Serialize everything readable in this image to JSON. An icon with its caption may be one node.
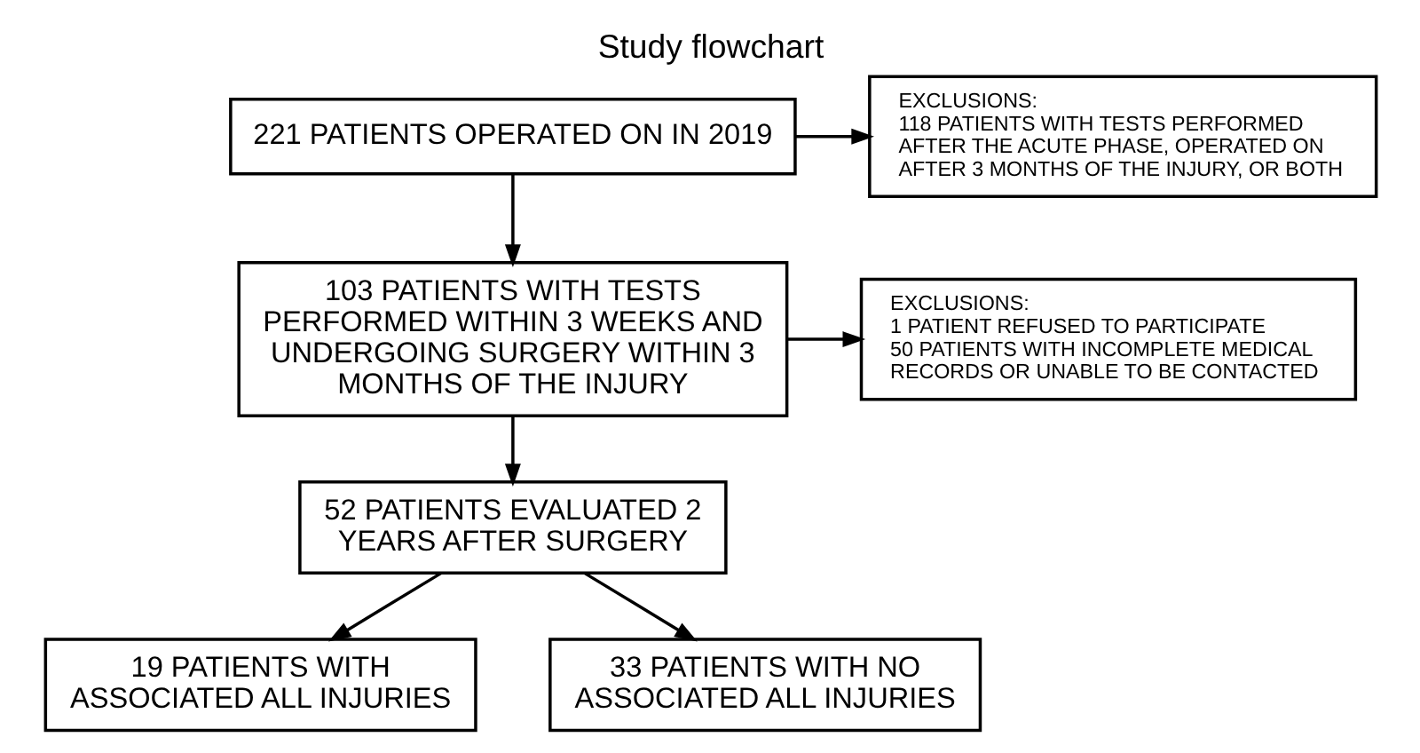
{
  "diagram": {
    "title": "Study flowchart",
    "nodes": [
      {
        "text": [
          "221 PATIENTS OPERATED ON IN 2019"
        ]
      },
      {
        "text": [
          "EXCLUSIONS:",
          "118 PATIENTS WITH TESTS PERFORMED AFTER THE ACUTE PHASE, OPERATED ON AFTER 3 MONTHS OF THE INJURY, OR BOTH"
        ]
      },
      {
        "text": [
          "103 PATIENTS WITH TESTS PERFORMED WITHIN 3 WEEKS AND UNDERGOING SURGERY WITHIN 3 MONTHS OF THE INJURY"
        ]
      },
      {
        "text": [
          "EXCLUSIONS:",
          "1 PATIENT REFUSED TO PARTICIPATE",
          "50 PATIENTS WITH INCOMPLETE MEDICAL RECORDS OR UNABLE TO BE CONTACTED"
        ]
      },
      {
        "text": [
          "52 PATIENTS EVALUATED 2 YEARS AFTER SURGERY"
        ]
      },
      {
        "text": [
          "19 PATIENTS WITH ASSOCIATED ALL INJURIES"
        ]
      },
      {
        "text": [
          "33 PATIENTS WITH NO ASSOCIATED ALL INJURIES"
        ]
      }
    ],
    "edges": [
      {
        "from": 0,
        "to": 2,
        "arrow": "to"
      },
      {
        "from": 0,
        "to": 1,
        "arrow": "to"
      },
      {
        "from": 2,
        "to": 4,
        "arrow": "to"
      },
      {
        "from": 2,
        "to": 3,
        "arrow": "to"
      },
      {
        "from": 4,
        "to": 5,
        "arrow": "to"
      },
      {
        "from": 4,
        "to": 6,
        "arrow": "to"
      }
    ]
  }
}
